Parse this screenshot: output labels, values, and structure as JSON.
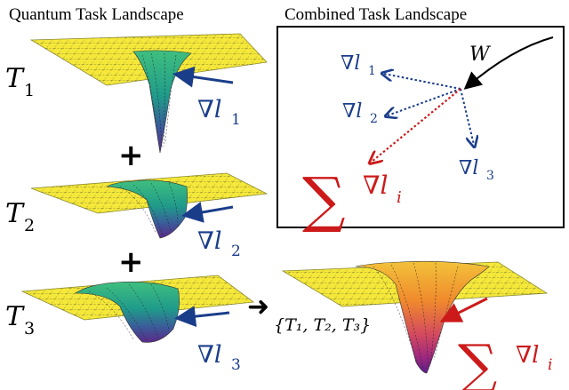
{
  "titles": {
    "left": "Quantum Task Landscape",
    "right": "Combined Task Landscape"
  },
  "tasks": [
    {
      "base": "T",
      "sub": "1",
      "grad_base": "∇l",
      "grad_sub": "1"
    },
    {
      "base": "T",
      "sub": "2",
      "grad_base": "∇l",
      "grad_sub": "2"
    },
    {
      "base": "T",
      "sub": "3",
      "grad_base": "∇l",
      "grad_sub": "3"
    }
  ],
  "combined_box": {
    "weight_label": "W",
    "grads": [
      {
        "base": "∇l",
        "sub": "1"
      },
      {
        "base": "∇l",
        "sub": "2"
      },
      {
        "base": "∇l",
        "sub": "3"
      }
    ],
    "sum": {
      "sigma": "∑",
      "base": "∇l",
      "sub": "i"
    }
  },
  "combined_surface": {
    "set_label": "{T₁, T₂, T₃}",
    "sum": {
      "sigma": "∑",
      "base": "∇l",
      "sub": "i"
    }
  },
  "operators": {
    "plus": "+",
    "arrow": "➜"
  },
  "colors": {
    "surface_yellow": "#f5e83a",
    "viridis_green": "#3fbf7f",
    "viridis_purple": "#5b2a86",
    "grad_blue": "#1a3d8a",
    "sum_red": "#cc1a1a",
    "combined_orange": "#f08a2c",
    "combined_magenta": "#c0287a"
  }
}
